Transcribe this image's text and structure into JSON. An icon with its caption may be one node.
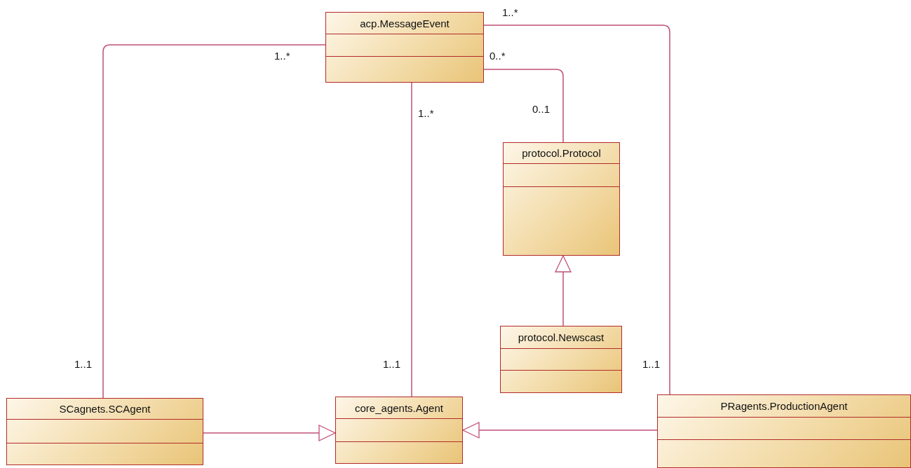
{
  "diagram": {
    "nodes": [
      {
        "text": [
          "acp.MessageEvent"
        ]
      },
      {
        "text": [
          "protocol.Protocol"
        ]
      },
      {
        "text": [
          "protocol.Newscast"
        ]
      },
      {
        "text": [
          "SCagnets.SCAgent"
        ]
      },
      {
        "text": [
          "core_agents.Agent"
        ]
      },
      {
        "text": [
          "PRagents.ProductionAgent"
        ]
      }
    ],
    "edges": [
      {
        "from": 0,
        "to": 3,
        "arrow": "none"
      },
      {
        "from": 0,
        "to": 4,
        "arrow": "none"
      },
      {
        "from": 0,
        "to": 1,
        "arrow": "none"
      },
      {
        "from": 0,
        "to": 5,
        "arrow": "none"
      },
      {
        "from": 2,
        "to": 1,
        "arrow": "to"
      },
      {
        "from": 3,
        "to": 4,
        "arrow": "to"
      },
      {
        "from": 5,
        "to": 4,
        "arrow": "to"
      }
    ],
    "labels": [
      "1..*",
      "1..*",
      "0..*",
      "0..1",
      "1..*",
      "1..1",
      "1..1",
      "1..1"
    ]
  }
}
